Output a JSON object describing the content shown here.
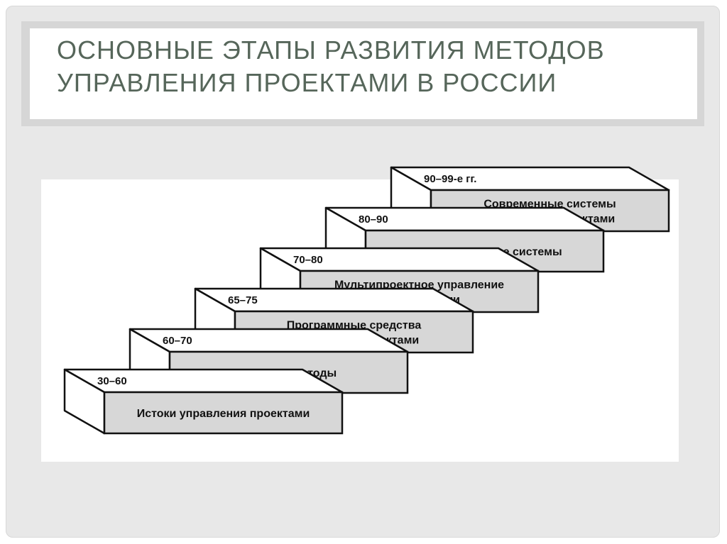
{
  "slide": {
    "title_line1": "Основные этапы развития методов",
    "title_line2": "управления проектами в России"
  },
  "diagram": {
    "steps": [
      {
        "period": "30–60",
        "label_lines": [
          "Истоки управления проектами"
        ]
      },
      {
        "period": "60–70",
        "label_lines": [
          "Сетевые методы"
        ]
      },
      {
        "period": "65–75",
        "label_lines": [
          "Программные средства",
          "управления проектами"
        ]
      },
      {
        "period": "70–80",
        "label_lines": [
          "Мультипроектное управление",
          "в организации"
        ]
      },
      {
        "period": "80–90",
        "label_lines": [
          "Интегрированные системы"
        ]
      },
      {
        "period": "90–99-е гг.",
        "label_lines": [
          "Современные системы",
          "управления проектами"
        ]
      }
    ]
  },
  "colors": {
    "title": "#56665a",
    "front_face": "#d7d7d7",
    "top_face": "#ffffff",
    "stroke": "#111111"
  }
}
